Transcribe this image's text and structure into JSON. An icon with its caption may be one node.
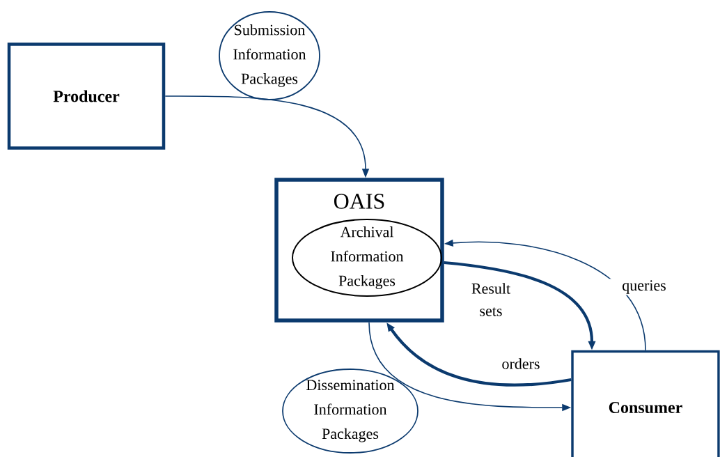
{
  "diagram": {
    "nodes": [
      {
        "text": [
          "Producer"
        ]
      },
      {
        "text": [
          "Submission Information Packages"
        ]
      },
      {
        "text": [
          "OAIS"
        ]
      },
      {
        "text": [
          "Archival Information Packages"
        ],
        "in": 2
      },
      {
        "text": [
          "Consumer"
        ]
      },
      {
        "text": [
          "Dissemination Information Packages"
        ]
      }
    ],
    "edges": [
      {
        "from": 0,
        "to": 2,
        "arrow": "to"
      },
      {
        "from": 4,
        "to": 2,
        "arrow": "to",
        "label": "queries"
      },
      {
        "from": 2,
        "to": 4,
        "arrow": "to",
        "label": "Result sets",
        "style": "thick"
      },
      {
        "from": 4,
        "to": 2,
        "arrow": "to",
        "label": "orders",
        "style": "thick"
      },
      {
        "from": 2,
        "to": 4,
        "arrow": "to"
      }
    ]
  }
}
